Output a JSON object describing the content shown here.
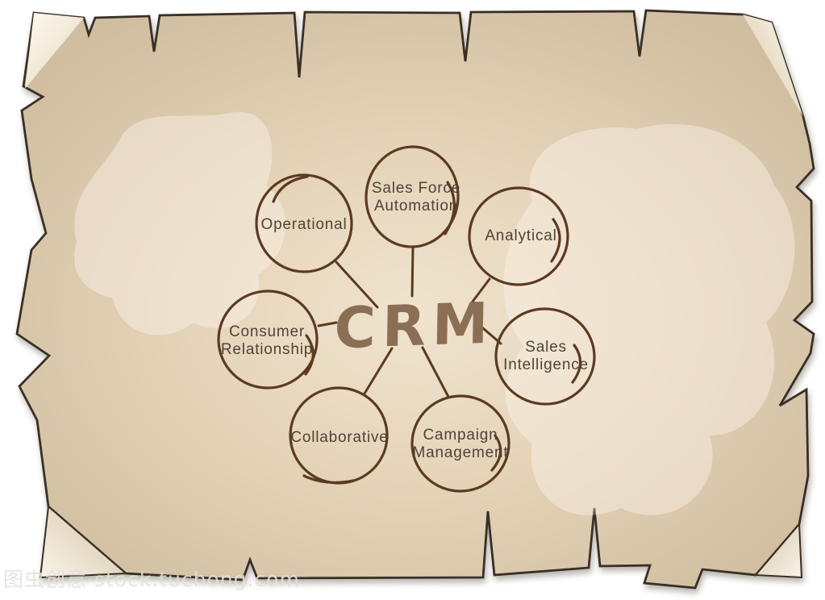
{
  "illustration": {
    "center_label": "CRM",
    "nodes": [
      {
        "name": "operational",
        "lines": [
          "Operational"
        ]
      },
      {
        "name": "sales-force-automation",
        "lines": [
          "Sales Force",
          "Automation"
        ]
      },
      {
        "name": "analytical",
        "lines": [
          "Analytical"
        ]
      },
      {
        "name": "sales-intelligence",
        "lines": [
          "Sales",
          "Intelligence"
        ]
      },
      {
        "name": "campaign-management",
        "lines": [
          "Campaign",
          "Management"
        ]
      },
      {
        "name": "collaborative",
        "lines": [
          "Collaborative"
        ]
      },
      {
        "name": "consumer-relationship",
        "lines": [
          "Consumer",
          "Relationship"
        ]
      }
    ],
    "colors": {
      "background": "#ffffff",
      "paper": "#d9c6aa",
      "paper_light": "#f0e4cf",
      "outline": "#3a2f26",
      "circle_stroke": "#5b3a22",
      "label_text": "#4f4336",
      "crm_text": "#8b6f55"
    }
  },
  "watermark": {
    "text": "图虫创意 stock.tuchong.com"
  }
}
